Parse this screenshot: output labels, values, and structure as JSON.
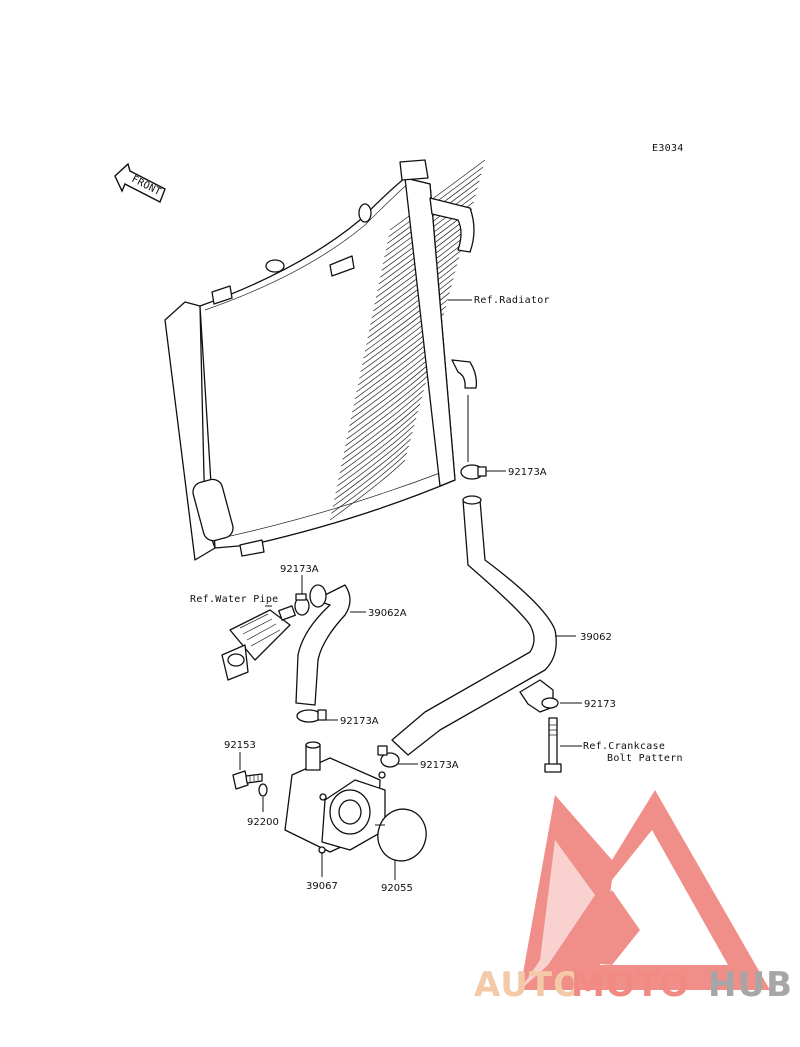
{
  "diagram_code": "E3034",
  "front_label": "FRONT",
  "labels": {
    "radiator": "Ref.Radiator",
    "clamp_upper_hose": "92173A",
    "clamp_water_pipe": "92173A",
    "water_pipe": "Ref.Water Pipe",
    "hose_a": "39062A",
    "hose_b": "39062",
    "clamp_cooler_left": "92173A",
    "clamp_cooler_right": "92173A",
    "bracket": "92173",
    "crankcase_line1": "Ref.Crankcase",
    "crankcase_line2": "Bolt Pattern",
    "bolt": "92153",
    "washer": "92200",
    "oil_cooler": "39067",
    "o_ring": "92055"
  },
  "watermark": {
    "part1": "AUTO",
    "part2": "MOTO",
    "part3": "HUB",
    "color_light": "#f4c9a8",
    "color_red": "#f08a83",
    "color_gray": "#a6a6a6"
  }
}
